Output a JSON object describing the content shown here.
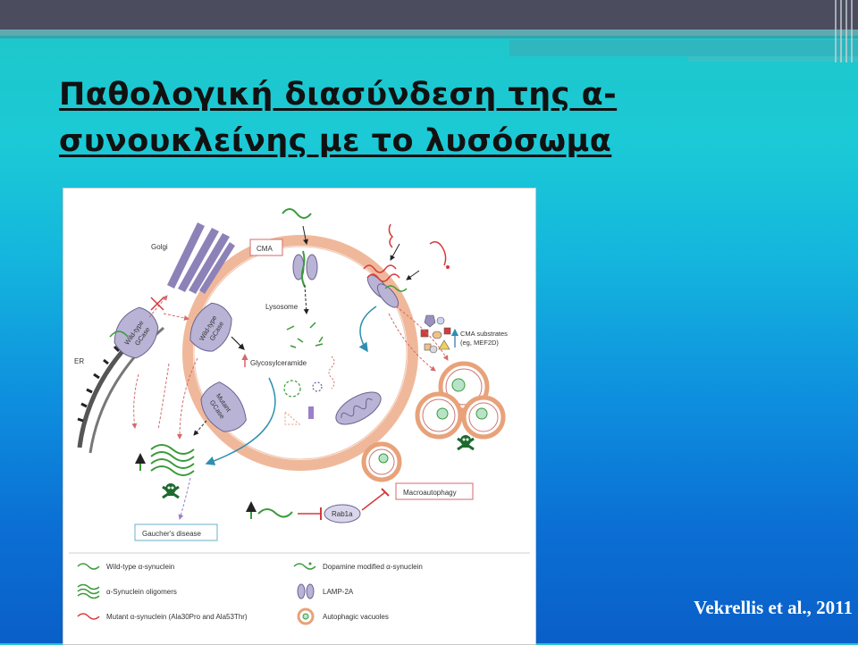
{
  "title": {
    "line1": "Παθολογική διασύνδεση της α-",
    "line2": "συνουκλείνης με το λυσόσωμα"
  },
  "citation": "Vekrellis et al., 2011",
  "diagram": {
    "labels": {
      "golgi": "Golgi",
      "er": "ER",
      "cma": "CMA",
      "lysosome": "Lysosome",
      "wildtype_gcase_left_1": "Wild-type",
      "wildtype_gcase_left_2": "GCase",
      "wildtype_gcase_center_1": "Wild-type",
      "wildtype_gcase_center_2": "GCase",
      "mutant_gcase_1": "Mutant",
      "mutant_gcase_2": "GCase",
      "glycosylceramide": "Glycosylceramide",
      "cma_substrates_1": "CMA substrates",
      "cma_substrates_2": "(eg, MEF2D)",
      "gauchers": "Gaucher's disease",
      "rab1a": "Rab1a",
      "macroautophagy": "Macroautophagy"
    },
    "legend": [
      {
        "label": "Wild-type α-synuclein",
        "color": "#3a9a3a"
      },
      {
        "label": "α-Synuclein oligomers",
        "color": "#3a9a3a"
      },
      {
        "label": "Mutant α-synuclein (Ala30Pro and Ala53Thr)",
        "color": "#d43a3a"
      },
      {
        "label": "Dopamine modified α-synuclein",
        "color": "#3a9a3a"
      },
      {
        "label": "LAMP-2A",
        "color": "#9b8fc0"
      },
      {
        "label": "Autophagic vacuoles",
        "color": "#e8a27a"
      }
    ],
    "colors": {
      "lysosome_ring": "#f0b89a",
      "enzyme": "#b9b4d6",
      "synuclein_green": "#3a9a3a",
      "mutant_red": "#d43a3a",
      "arrow_blue": "#2e8fb0",
      "arrow_dashed_red": "#d46a6a"
    }
  }
}
